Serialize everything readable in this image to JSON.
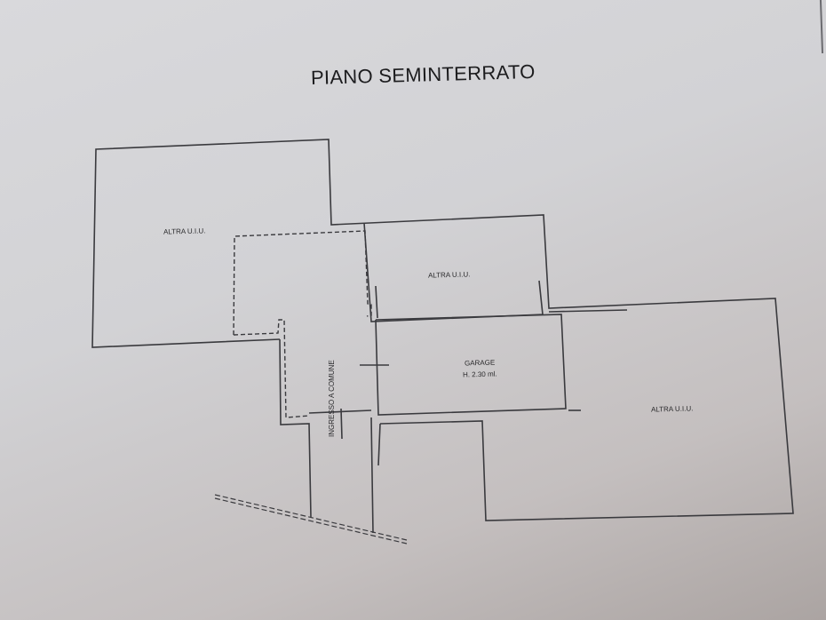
{
  "drawing": {
    "title": "PIANO SEMINTERRATO",
    "rooms": [
      {
        "id": "altra-uiu-top-left",
        "label": "ALTRA U.I.U."
      },
      {
        "id": "altra-uiu-top-middle",
        "label": "ALTRA U.I.U."
      },
      {
        "id": "garage",
        "label": "GARAGE",
        "height_note": "H. 2.30 ml."
      },
      {
        "id": "altra-uiu-right",
        "label": "ALTRA U.I.U."
      },
      {
        "id": "ingresso",
        "label": "INGRESSO A COMUNE"
      }
    ],
    "colors": {
      "paper": "#d6d6d9",
      "lines": "#3a3a3e",
      "text": "#1c1c1e"
    }
  }
}
